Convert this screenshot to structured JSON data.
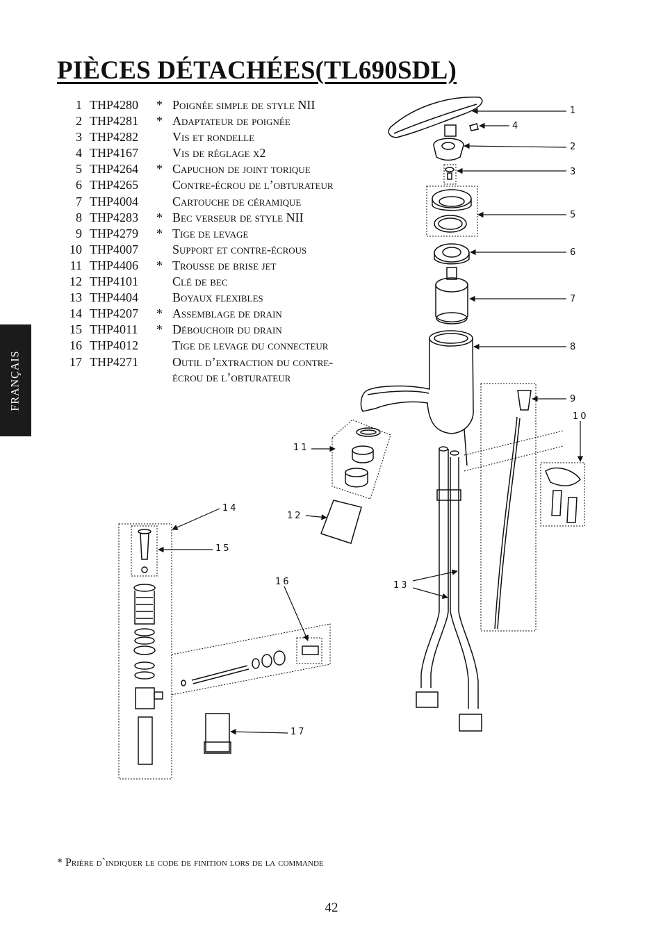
{
  "page": {
    "title": "PIÈCES DÉTACHÉES(TL690SDL)",
    "side_tab": "FRANÇAIS",
    "footnote": "* Prière d`indiquer le code de finition lors de la commande",
    "page_number": "42"
  },
  "parts": [
    {
      "num": "1",
      "code": "THP4280",
      "star": "*",
      "desc": "Poignée simple de style NII"
    },
    {
      "num": "2",
      "code": "THP4281",
      "star": "*",
      "desc": "Adaptateur de poignée"
    },
    {
      "num": "3",
      "code": "THP4282",
      "star": "",
      "desc": "Vis et rondelle"
    },
    {
      "num": "4",
      "code": "THP4167",
      "star": "",
      "desc": "Vis de réglage x2"
    },
    {
      "num": "5",
      "code": "THP4264",
      "star": "*",
      "desc": "Capuchon de joint torique"
    },
    {
      "num": "6",
      "code": "THP4265",
      "star": "",
      "desc": "Contre-écrou de l’obturateur"
    },
    {
      "num": "7",
      "code": "THP4004",
      "star": "",
      "desc": "Cartouche de céramique"
    },
    {
      "num": "8",
      "code": "THP4283",
      "star": "*",
      "desc": "Bec verseur de style NII"
    },
    {
      "num": "9",
      "code": "THP4279",
      "star": "*",
      "desc": "Tige de levage"
    },
    {
      "num": "10",
      "code": "THP4007",
      "star": "",
      "desc": "Support et contre-écrous"
    },
    {
      "num": "11",
      "code": "THP4406",
      "star": "*",
      "desc": "Trousse de brise jet"
    },
    {
      "num": "12",
      "code": "THP4101",
      "star": "",
      "desc": "Clé de bec"
    },
    {
      "num": "13",
      "code": "THP4404",
      "star": "",
      "desc": "Boyaux flexibles"
    },
    {
      "num": "14",
      "code": "THP4207",
      "star": "*",
      "desc": "Assemblage de drain"
    },
    {
      "num": "15",
      "code": "THP4011",
      "star": "*",
      "desc": "Débouchoir du drain"
    },
    {
      "num": "16",
      "code": "THP4012",
      "star": "",
      "desc": "Tige de levage du connecteur"
    },
    {
      "num": "17",
      "code": "THP4271",
      "star": "",
      "desc": "Outil d’extraction du contre-"
    }
  ],
  "part_17_continuation": "écrou de l’obturateur",
  "diagram": {
    "callouts": [
      {
        "id": "c1",
        "label": "1"
      },
      {
        "id": "c2",
        "label": "2"
      },
      {
        "id": "c3",
        "label": "3"
      },
      {
        "id": "c4",
        "label": "4"
      },
      {
        "id": "c5",
        "label": "5"
      },
      {
        "id": "c6",
        "label": "6"
      },
      {
        "id": "c7",
        "label": "7"
      },
      {
        "id": "c8",
        "label": "8"
      },
      {
        "id": "c9",
        "label": "9"
      },
      {
        "id": "c10",
        "label": "10"
      },
      {
        "id": "c11",
        "label": "11"
      },
      {
        "id": "c12",
        "label": "12"
      },
      {
        "id": "c13",
        "label": "13"
      },
      {
        "id": "c14",
        "label": "14"
      },
      {
        "id": "c15",
        "label": "15"
      },
      {
        "id": "c16",
        "label": "16"
      },
      {
        "id": "c17",
        "label": "17"
      }
    ]
  }
}
